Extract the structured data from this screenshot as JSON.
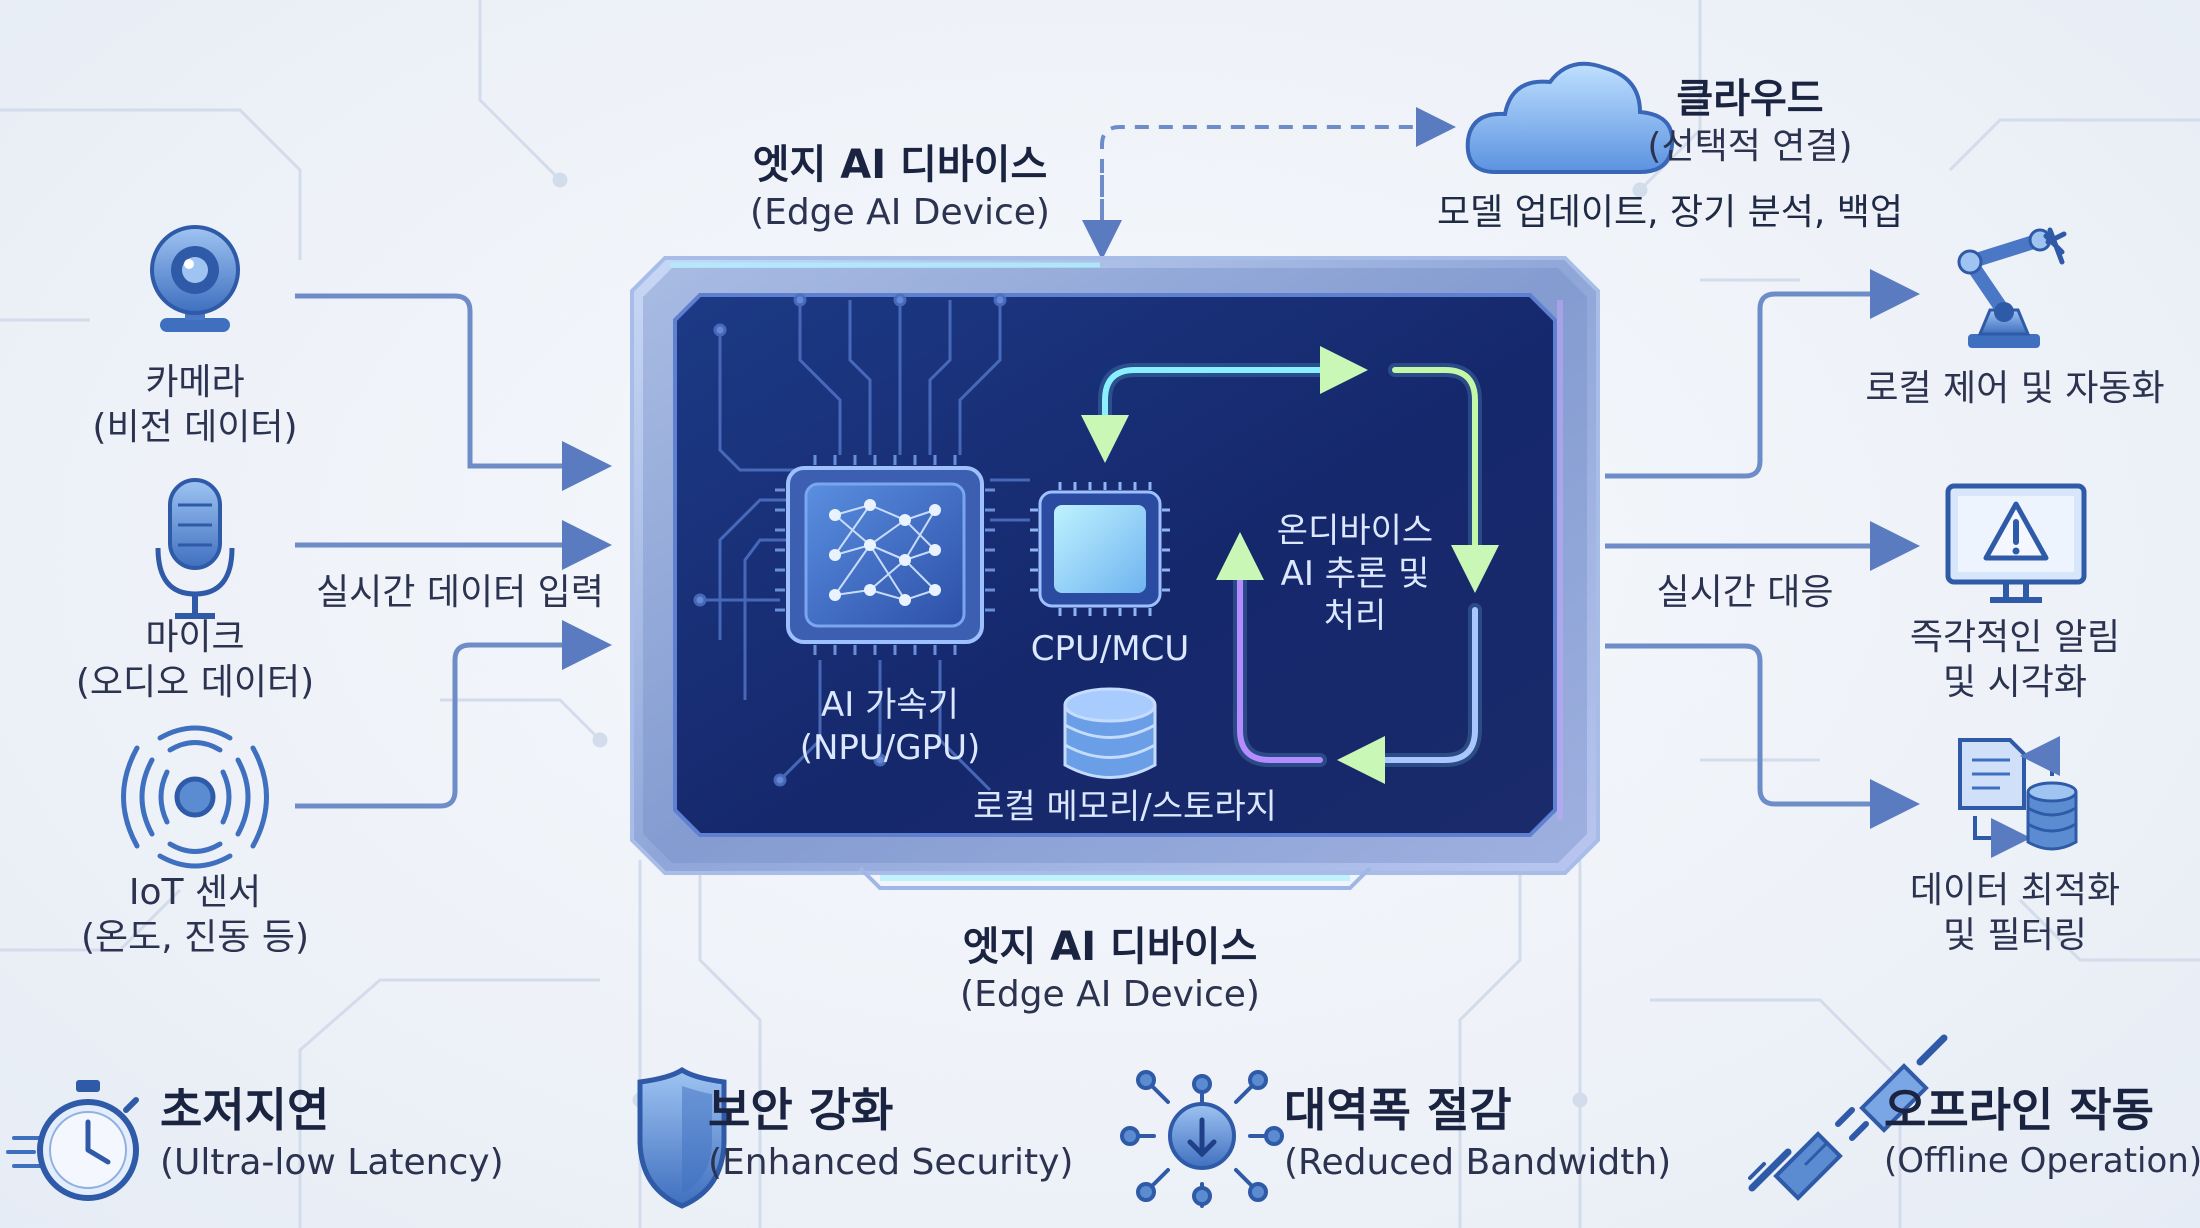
{
  "device": {
    "title_top": "엣지 AI 디바이스",
    "sub_top": "(Edge AI Device)",
    "title_bottom": "엣지 AI 디바이스",
    "sub_bottom": "(Edge AI Device)",
    "accelerator": {
      "line1": "AI 가속기",
      "line2": "(NPU/GPU)"
    },
    "cpu": "CPU/MCU",
    "storage": "로컬 메모리/스토라지",
    "loop": {
      "line1": "온디바이스",
      "line2": "AI 추론 및",
      "line3": "처리"
    }
  },
  "cloud": {
    "title": "클라우드",
    "subtitle": "(선택적 연결)",
    "desc": "모델 업데이트, 장기 분석, 백업"
  },
  "inputs": {
    "camera": {
      "line1": "카메라",
      "line2": "(비전 데이터)",
      "icon": "camera-icon"
    },
    "mic": {
      "line1": "마이크",
      "line2": "(오디오 데이터)",
      "icon": "microphone-icon"
    },
    "iot": {
      "line1": "IoT 센서",
      "line2": "(온도, 진동 등)",
      "icon": "iot-sensor-icon"
    },
    "flow_label": "실시간 데이터 입력"
  },
  "outputs": {
    "flow_label": "실시간 대응",
    "control": {
      "line1": "로컬 제어 및 자동화",
      "icon": "robot-arm-icon"
    },
    "alert": {
      "line1": "즉각적인 알림",
      "line2": "및 시각화",
      "icon": "alert-monitor-icon"
    },
    "data": {
      "line1": "데이터 최적화",
      "line2": "및 필터링",
      "icon": "data-filter-icon"
    }
  },
  "features": [
    {
      "title": "초저지연",
      "subtitle": "(Ultra-low Latency)",
      "icon": "stopwatch-icon"
    },
    {
      "title": "보안 강화",
      "subtitle": "(Enhanced Security)",
      "icon": "shield-icon"
    },
    {
      "title": "대역폭 절감",
      "subtitle": "(Reduced Bandwidth)",
      "icon": "bandwidth-icon"
    },
    {
      "title": "오프라인 작동",
      "subtitle": "(Offline Operation)",
      "icon": "plug-icon"
    }
  ],
  "colors": {
    "accent": "#4a6aa8",
    "screen": "#15266a",
    "glow_cyan": "#7ee8ff",
    "glow_green": "#b8f5a8",
    "glow_purple": "#b48cff",
    "icon_fill": "#5b8bd0"
  }
}
